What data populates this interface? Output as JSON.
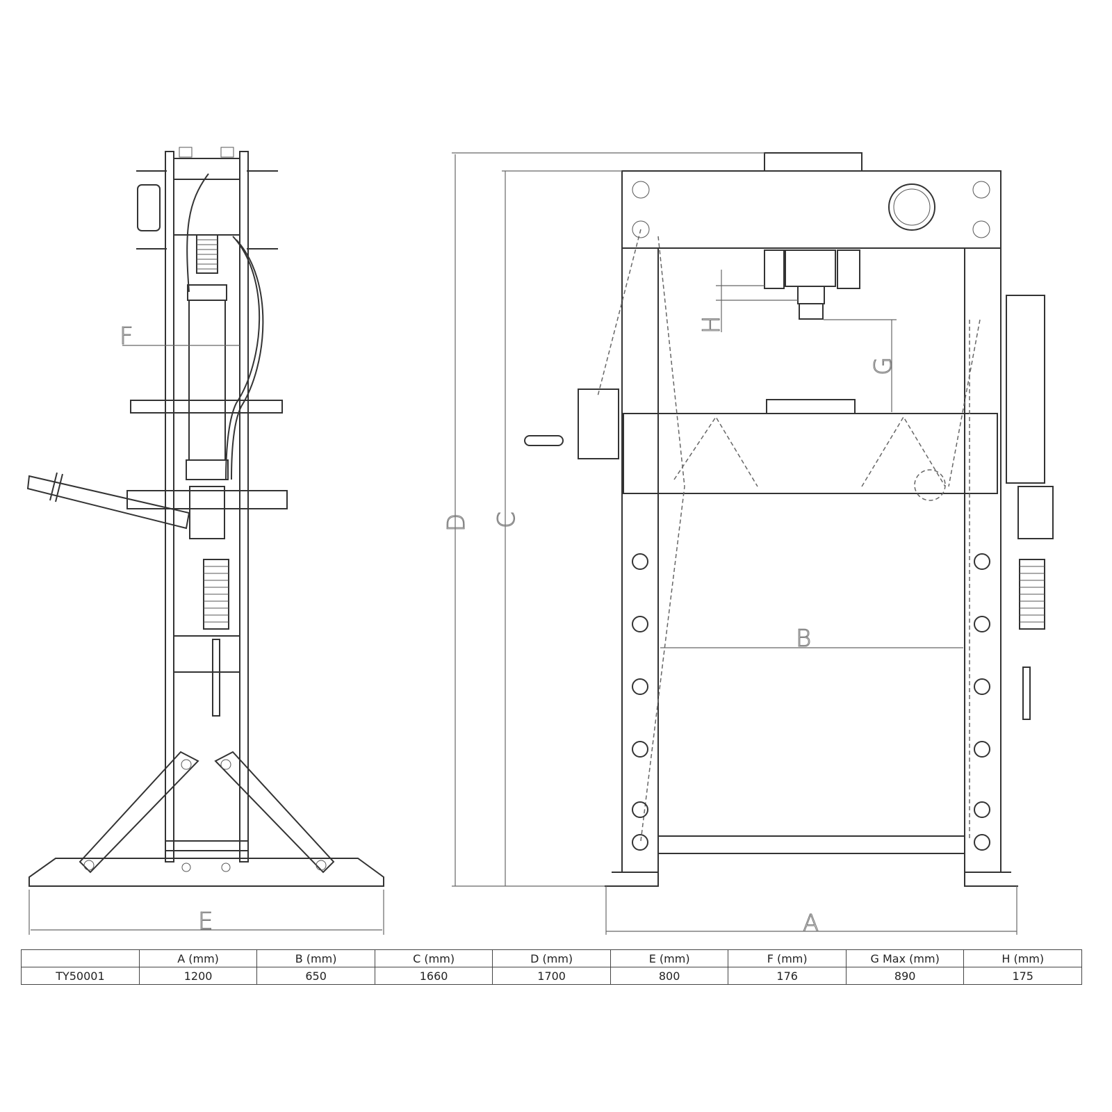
{
  "diagram": {
    "labels": {
      "A": "A",
      "B": "B",
      "C": "C",
      "D": "D",
      "E": "E",
      "F": "F",
      "G": "G",
      "H": "H"
    }
  },
  "table": {
    "headers": [
      "",
      "A (mm)",
      "B (mm)",
      "C (mm)",
      "D (mm)",
      "E (mm)",
      "F (mm)",
      "G Max (mm)",
      "H (mm)"
    ],
    "rows": [
      [
        "TY50001",
        "1200",
        "650",
        "1660",
        "1700",
        "800",
        "176",
        "890",
        "175"
      ]
    ]
  }
}
